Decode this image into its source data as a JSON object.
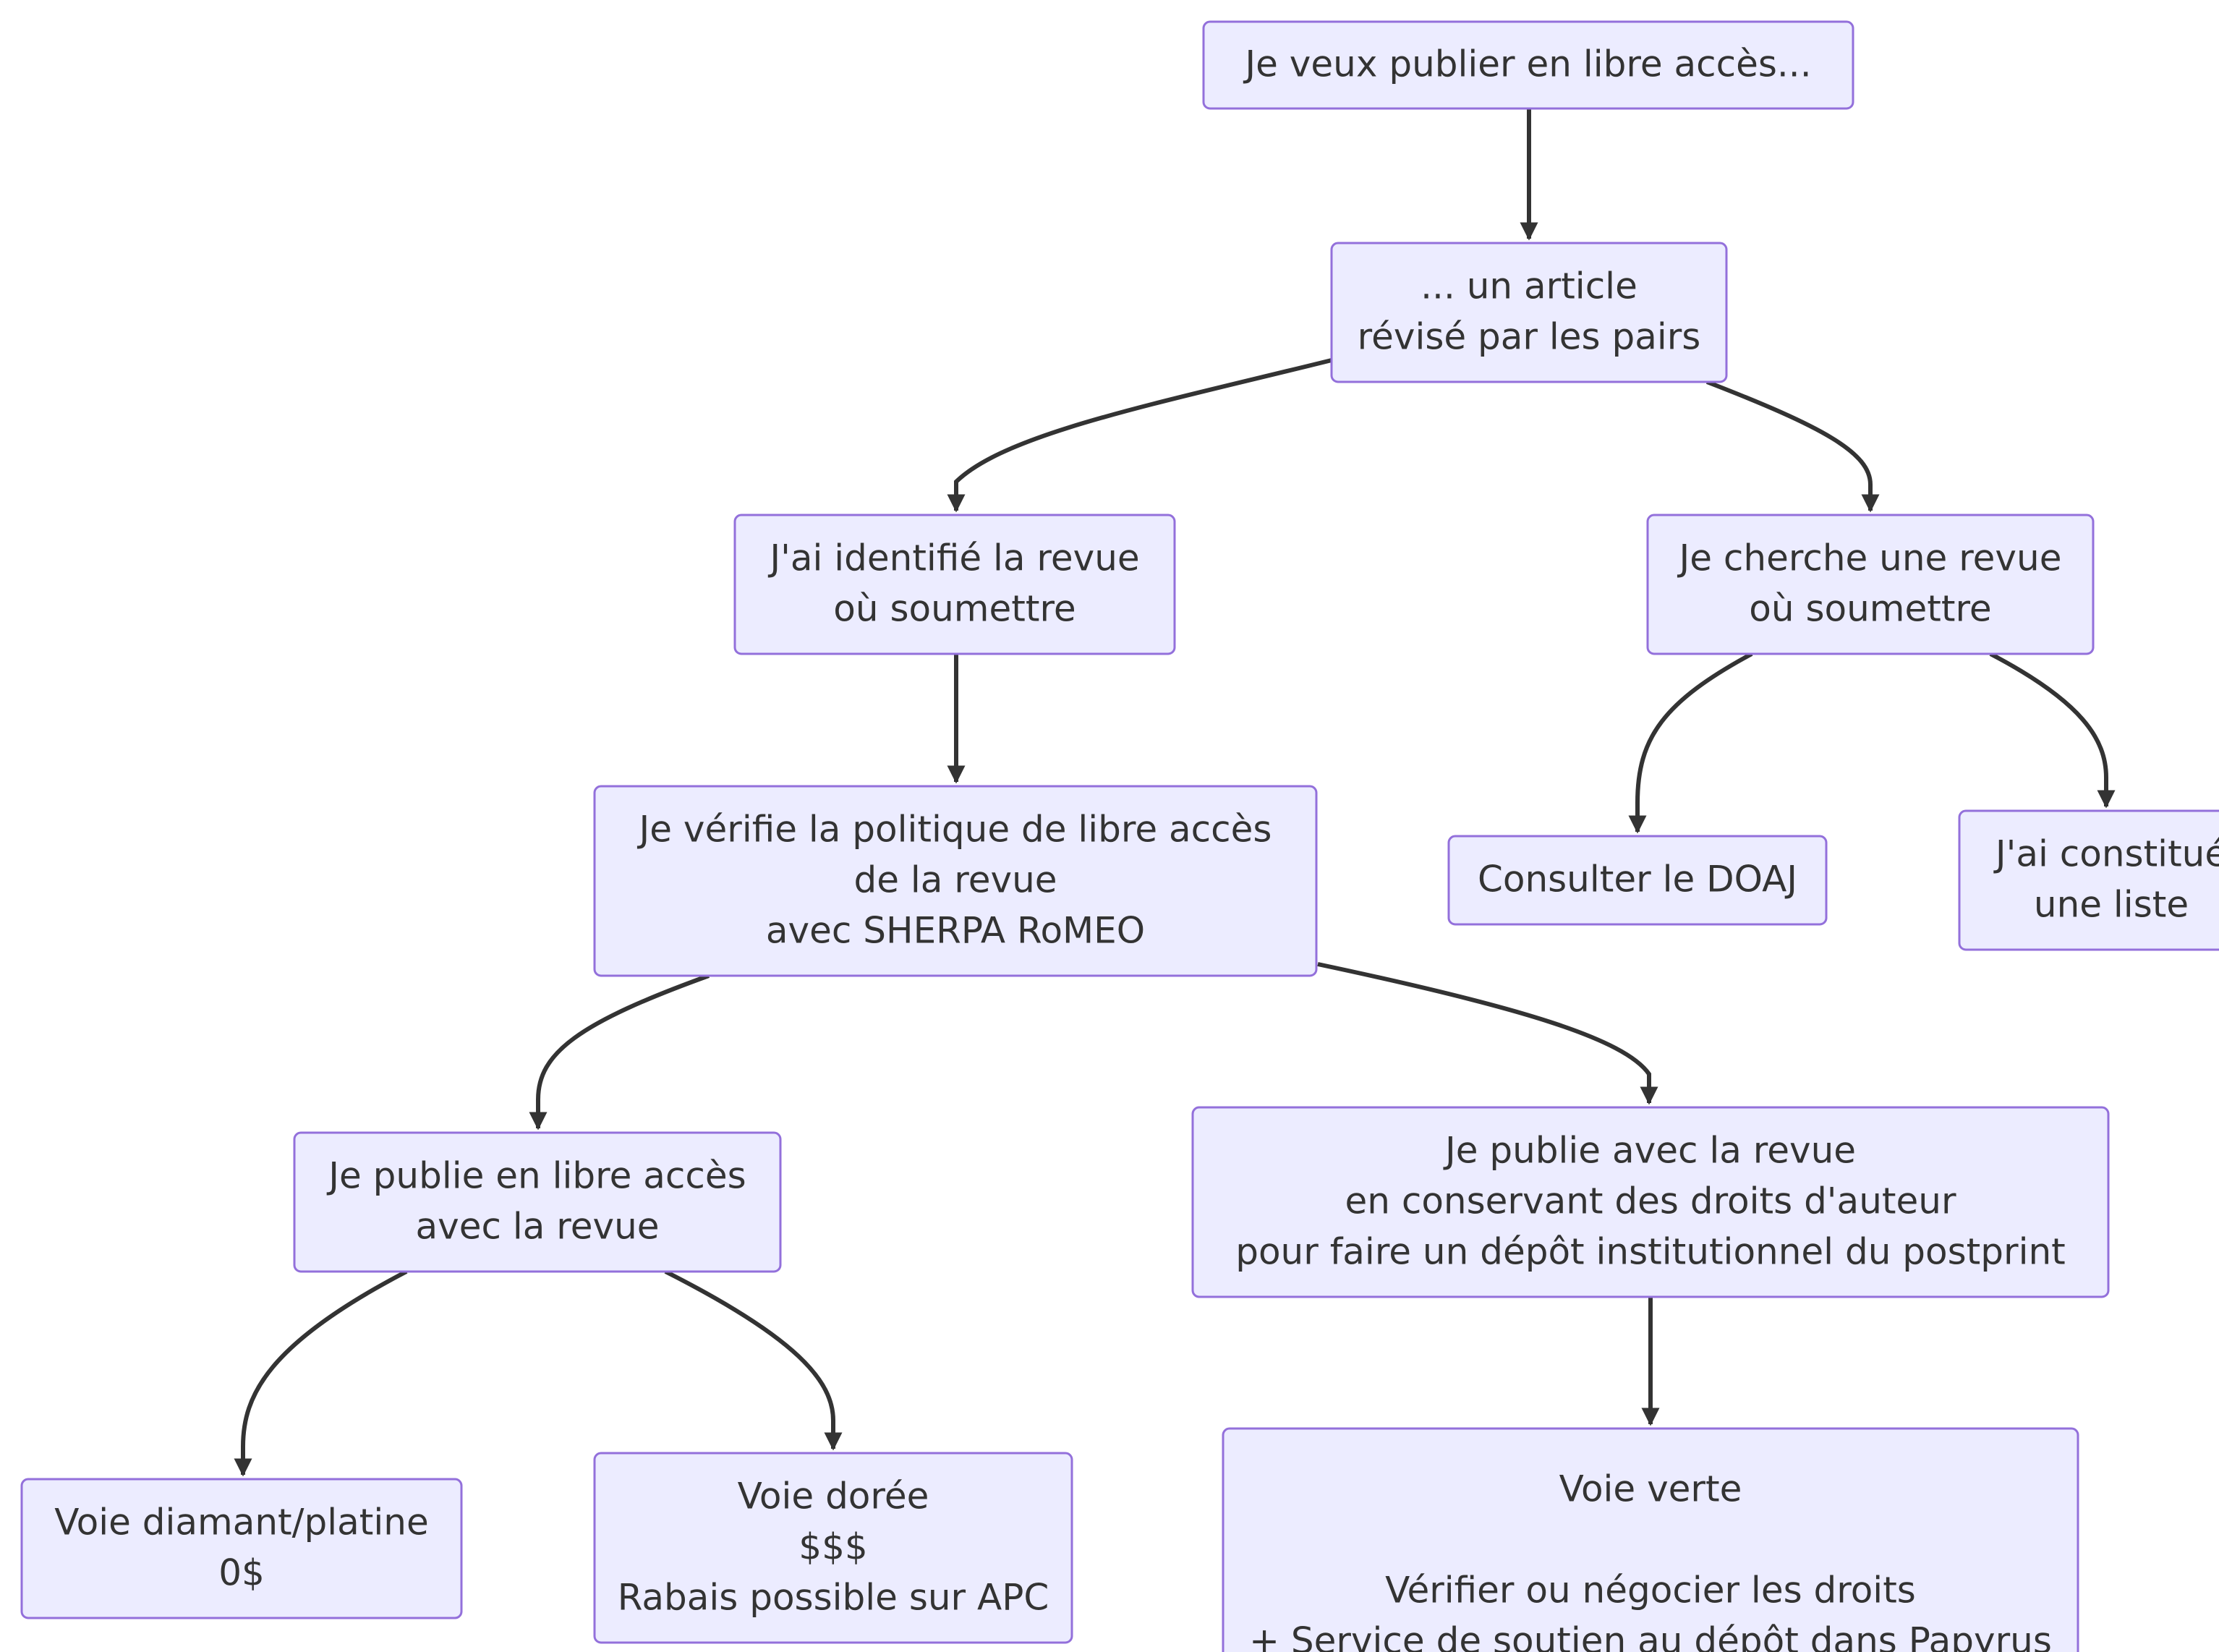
{
  "diagram": {
    "colors": {
      "node_fill": "#ECECFF",
      "node_stroke": "#9370DB",
      "edge": "#333333",
      "text": "#333333",
      "background": "#FFFFFF"
    },
    "nodes": [
      {
        "id": "start",
        "lines": [
          "Je veux publier en libre accès..."
        ]
      },
      {
        "id": "article",
        "lines": [
          "... un article",
          "révisé par les pairs"
        ]
      },
      {
        "id": "identified",
        "lines": [
          "J'ai identifié la revue",
          "où soumettre"
        ]
      },
      {
        "id": "search",
        "lines": [
          "Je cherche une revue",
          "où soumettre"
        ]
      },
      {
        "id": "verify",
        "lines": [
          "Je vérifie la politique de libre accès",
          "de la revue",
          "avec SHERPA RoMEO"
        ]
      },
      {
        "id": "doaj",
        "lines": [
          "Consulter le DOAJ"
        ]
      },
      {
        "id": "list",
        "lines": [
          "J'ai constitué",
          "une liste"
        ]
      },
      {
        "id": "publish_oa",
        "lines": [
          "Je publie en libre accès",
          "avec la revue"
        ]
      },
      {
        "id": "publish_rights",
        "lines": [
          "Je publie avec la revue",
          "en conservant des droits d'auteur",
          "pour faire un dépôt institutionnel du postprint"
        ]
      },
      {
        "id": "diamond",
        "lines": [
          "Voie diamant/platine",
          "0$"
        ]
      },
      {
        "id": "gold",
        "lines": [
          "Voie dorée",
          "$$$",
          "Rabais possible sur APC"
        ]
      },
      {
        "id": "green",
        "lines": [
          "Voie verte",
          "",
          "Vérifier ou négocier les droits",
          "+ Service de soutien au dépôt dans Papyrus"
        ]
      }
    ],
    "edges": [
      {
        "from": "start",
        "to": "article"
      },
      {
        "from": "article",
        "to": "identified"
      },
      {
        "from": "article",
        "to": "search"
      },
      {
        "from": "identified",
        "to": "verify"
      },
      {
        "from": "search",
        "to": "doaj"
      },
      {
        "from": "search",
        "to": "list"
      },
      {
        "from": "verify",
        "to": "publish_oa"
      },
      {
        "from": "verify",
        "to": "publish_rights"
      },
      {
        "from": "publish_oa",
        "to": "diamond"
      },
      {
        "from": "publish_oa",
        "to": "gold"
      },
      {
        "from": "publish_rights",
        "to": "green"
      }
    ]
  }
}
